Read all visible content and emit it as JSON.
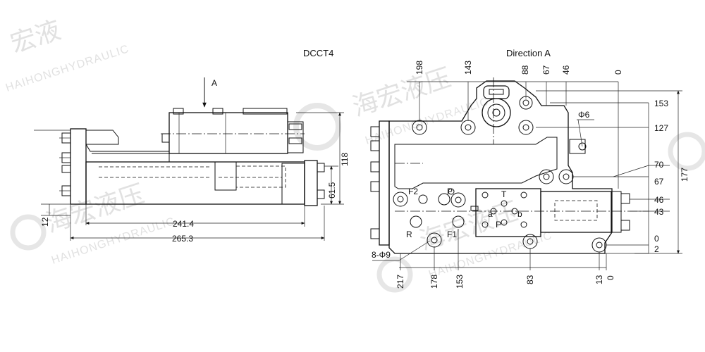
{
  "titles": {
    "left": "DCCT4",
    "right": "Direction A"
  },
  "watermark": {
    "brand_cn": "海宏液压",
    "brand_cn_short": "宏液",
    "brand_en": "HAIHONGHYDRAULIC"
  },
  "left_view": {
    "arrow_label": "A",
    "dims": {
      "overall_length": "265.3",
      "body_length": "241.4",
      "base_height": "12",
      "height_total": "118",
      "height_mid": "61.5"
    }
  },
  "right_view": {
    "top_dims": [
      "198",
      "143",
      "88",
      "67",
      "46",
      "0"
    ],
    "right_dims": [
      "153",
      "127",
      "70",
      "67",
      "46",
      "43",
      "0",
      "2",
      "177"
    ],
    "bottom_dims": [
      "217",
      "178",
      "153",
      "83",
      "13",
      "0"
    ],
    "hole_label_phi6": "Φ6",
    "hole_label_8phi9": "8-Φ9",
    "port_labels": {
      "F2": "F2",
      "P_top": "P",
      "T": "T",
      "a": "a",
      "b": "b",
      "P_bottom": "P",
      "R": "R",
      "F1": "F1"
    }
  }
}
